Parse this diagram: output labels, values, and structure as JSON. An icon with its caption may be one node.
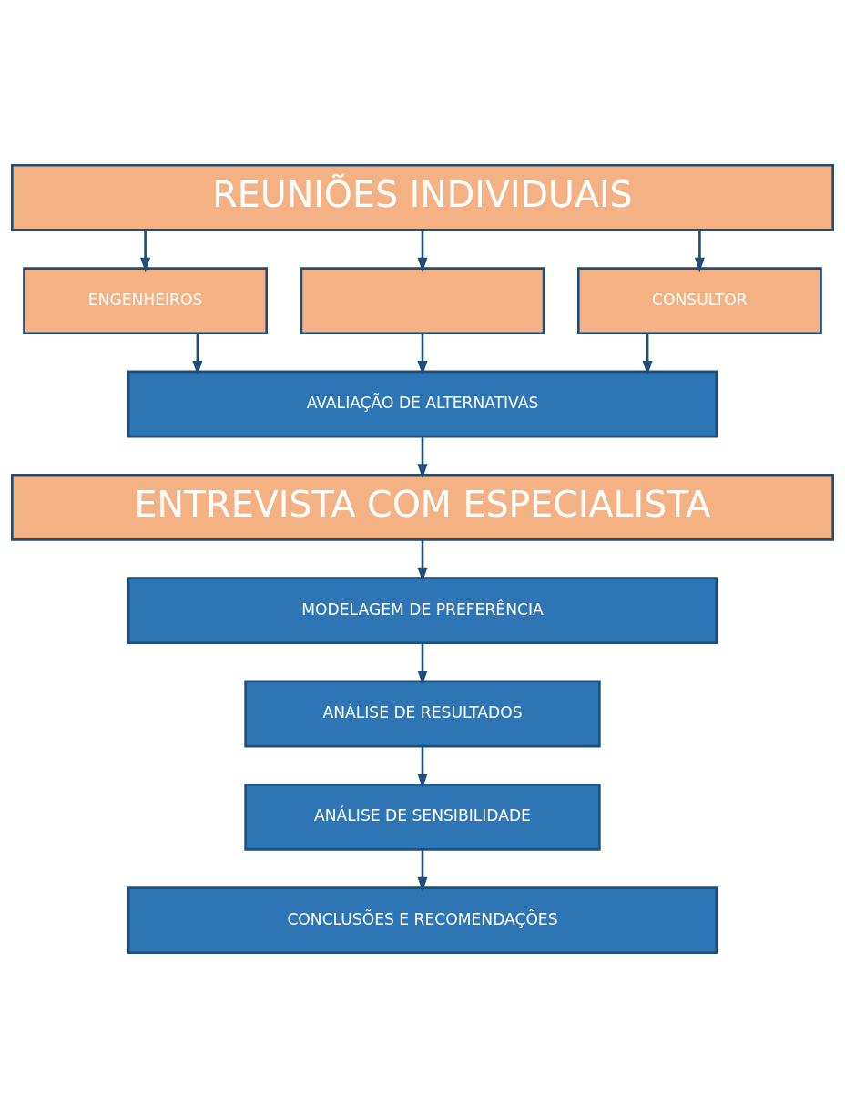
{
  "diagram": {
    "nodes": [
      {
        "text": [
          "REUNIÕES INDIVIDUAIS"
        ]
      },
      {
        "text": [
          "ENGENHEIROS"
        ]
      },
      {
        "text": [],
        "shape": "box"
      },
      {
        "text": [
          "CONSULTOR"
        ]
      },
      {
        "text": [
          "AVALIAÇÃO DE ALTERNATIVAS"
        ]
      },
      {
        "text": [
          "ENTREVISTA COM ESPECIALISTA"
        ]
      },
      {
        "text": [
          "MODELAGEM DE PREFERÊNCIA"
        ]
      },
      {
        "text": [
          "ANÁLISE DE RESULTADOS"
        ]
      },
      {
        "text": [
          "ANÁLISE DE SENSIBILIDADE"
        ]
      },
      {
        "text": [
          "CONCLUSÕES E RECOMENDAÇÕES"
        ]
      }
    ],
    "edges": [
      {
        "from": 0,
        "to": 1,
        "arrow": "to"
      },
      {
        "from": 0,
        "to": 2,
        "arrow": "to"
      },
      {
        "from": 0,
        "to": 3,
        "arrow": "to"
      },
      {
        "from": 1,
        "to": 4,
        "arrow": "to"
      },
      {
        "from": 2,
        "to": 4,
        "arrow": "to"
      },
      {
        "from": 3,
        "to": 4,
        "arrow": "to"
      },
      {
        "from": 4,
        "to": 5,
        "arrow": "to"
      },
      {
        "from": 5,
        "to": 6,
        "arrow": "to"
      },
      {
        "from": 6,
        "to": 7,
        "arrow": "to"
      },
      {
        "from": 7,
        "to": 8,
        "arrow": "to"
      },
      {
        "from": 8,
        "to": 9,
        "arrow": "to"
      }
    ]
  }
}
